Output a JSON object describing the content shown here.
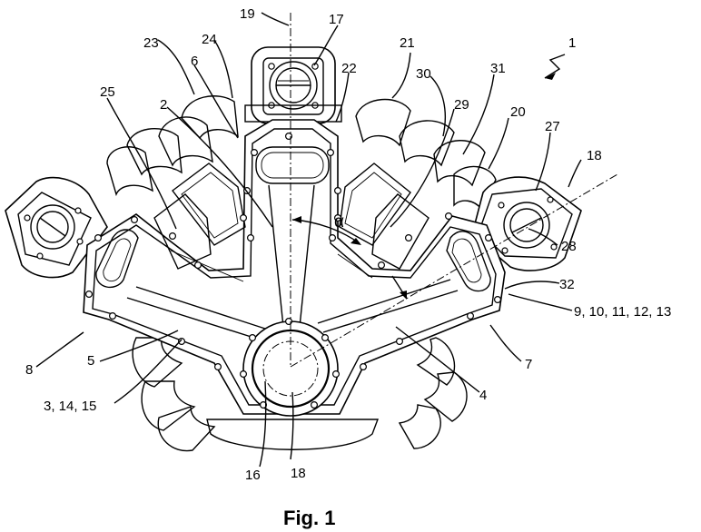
{
  "figure": {
    "caption": "Fig. 1",
    "angle_symbol": "α",
    "reference_labels": {
      "n1": "1",
      "n2": "2",
      "n4": "4",
      "n5": "5",
      "n6": "6",
      "n7": "7",
      "n8": "8",
      "n16": "16",
      "n17": "17",
      "n18a": "18",
      "n18b": "18",
      "n19": "19",
      "n20": "20",
      "n21": "21",
      "n22": "22",
      "n23": "23",
      "n24": "24",
      "n25": "25",
      "n27": "27",
      "n28": "28",
      "n29": "29",
      "n30": "30",
      "n31": "31",
      "n32": "32",
      "n3_14_15": "3, 14, 15",
      "n9_13": "9, 10, 11, 12, 13"
    }
  }
}
